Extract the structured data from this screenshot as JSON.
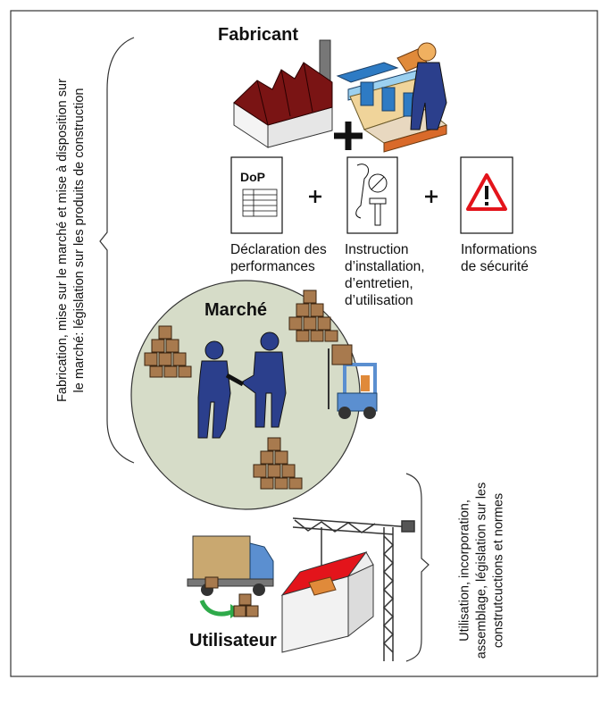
{
  "titles": {
    "manufacturer": "Fabricant",
    "market": "Marché",
    "user": "Utilisateur"
  },
  "documents": {
    "dop_tag": "DoP",
    "plus_sign": "+",
    "items": [
      {
        "line1": "Déclaration des",
        "line2": "performances",
        "line3": "",
        "icon": "document-table-icon"
      },
      {
        "line1": "Instruction",
        "line2": "d’installation,",
        "line3": "d’entretien,",
        "line4": "d’utilisation",
        "icon": "wrench-bolt-icon"
      },
      {
        "line1": "Informations",
        "line2": "de sécurité",
        "line3": "",
        "icon": "warning-triangle-icon"
      }
    ]
  },
  "side_labels": {
    "left_line1": "Fabrication, mise sur le marché et mise à disposition sur",
    "left_line2": "le marché: législation sur les produits de construction",
    "right_line1": "Utilisation, incorporation,",
    "right_line2": "assemblage, législation sur les",
    "right_line3": "construtcuctions et normes"
  },
  "colors": {
    "roof": "#7a1414",
    "worker": "#2b3f8c",
    "box": "#a87a4e",
    "market_circle": "#d6dcc8",
    "warning": "#e3141b",
    "forklift": "#5b8fd0",
    "crane": "#8b6a2b"
  }
}
